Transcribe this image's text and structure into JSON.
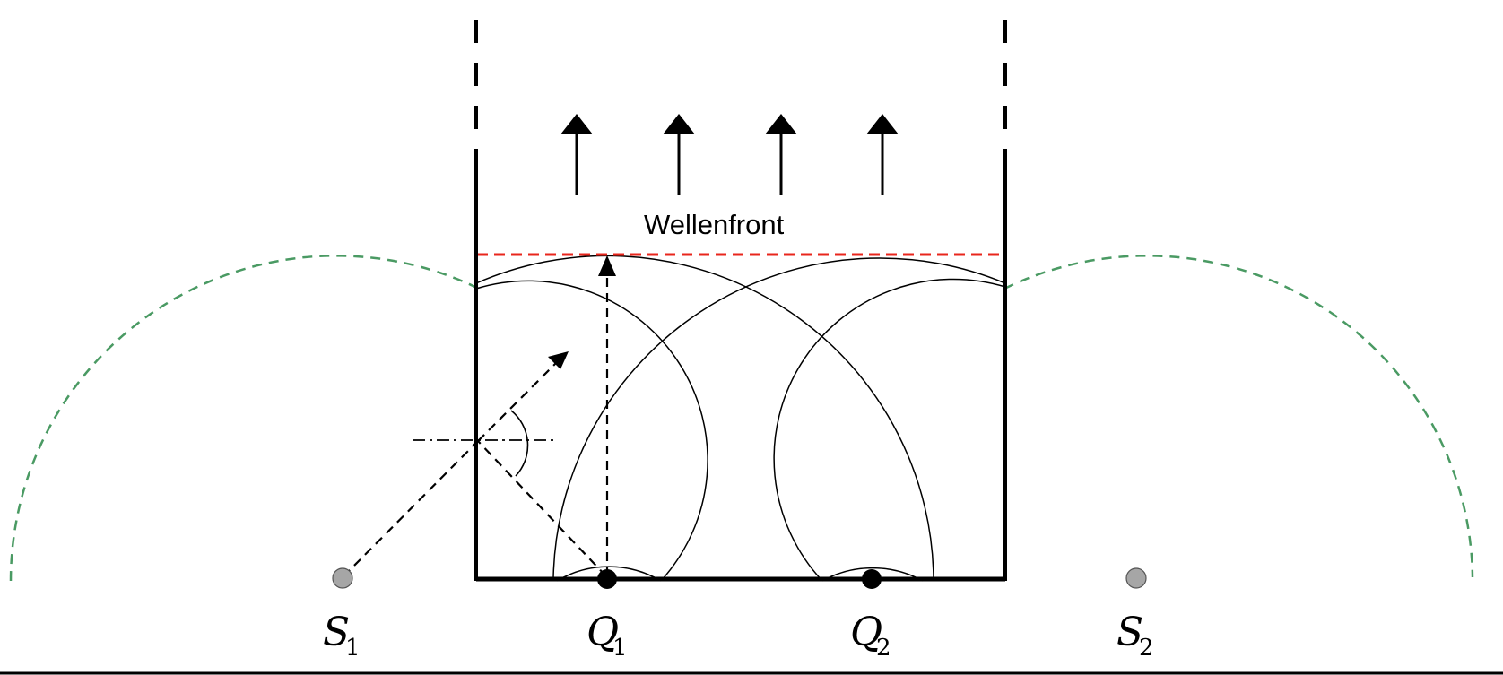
{
  "diagram": {
    "wavefront_label": "Wellenfront",
    "sources": [
      {
        "letter": "S",
        "index": "1"
      },
      {
        "letter": "S",
        "index": "2"
      }
    ],
    "centers": [
      {
        "letter": "Q",
        "index": "1"
      },
      {
        "letter": "Q",
        "index": "2"
      }
    ],
    "colors": {
      "wall": "#000000",
      "wavefront_line": "#e8261c",
      "virtual_wave": "#4a9a63",
      "source_dot": "#a6a6a6",
      "center_dot": "#000000"
    }
  }
}
